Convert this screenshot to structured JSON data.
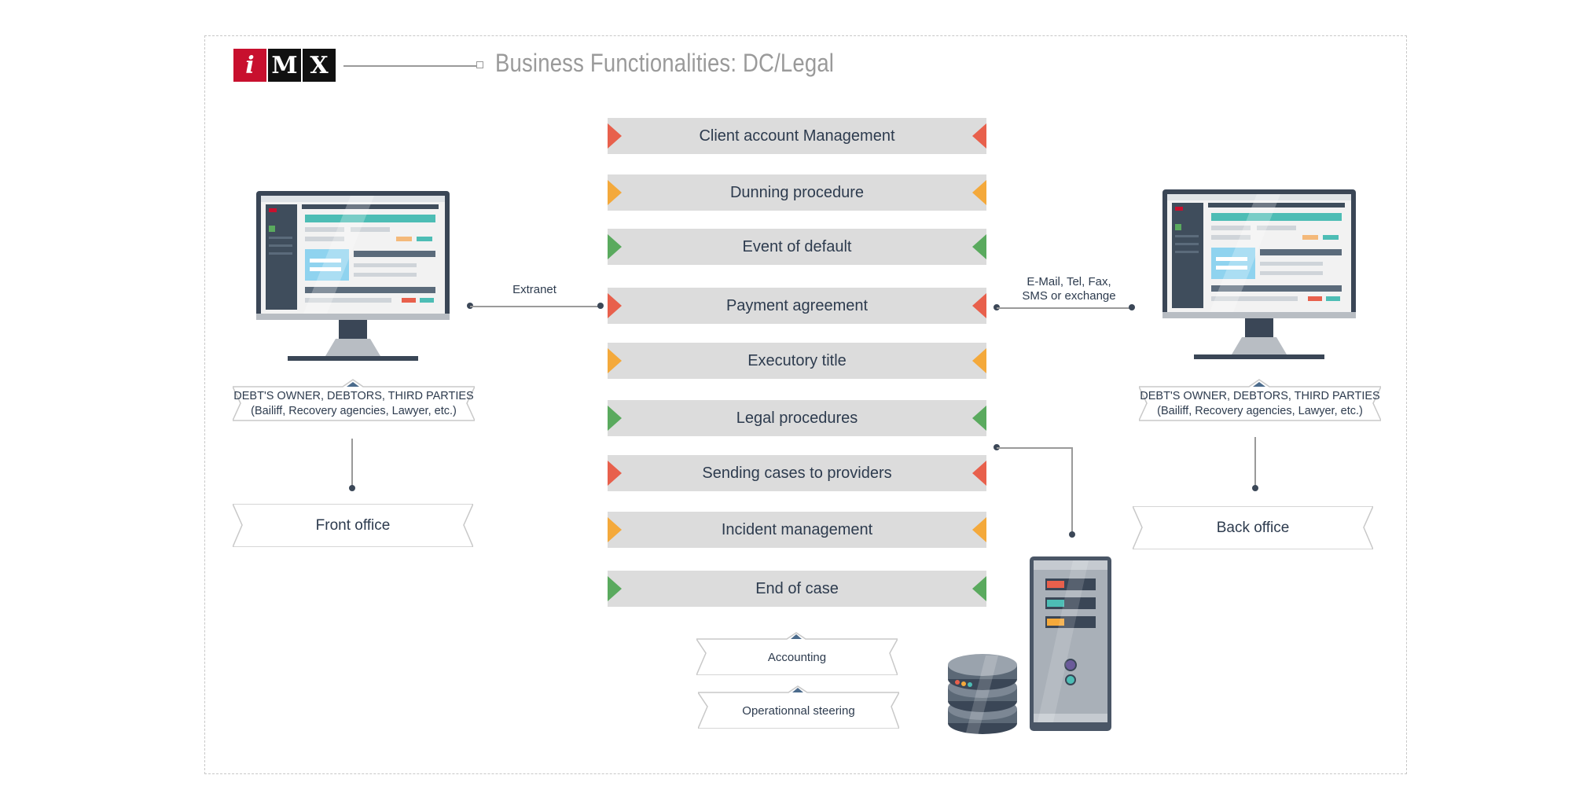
{
  "header": {
    "logo_letters": [
      "i",
      "M",
      "X"
    ],
    "title": "Business Functionalities: DC/Legal"
  },
  "functions": [
    {
      "label": "Client account Management",
      "color": "#e8604c"
    },
    {
      "label": "Dunning procedure",
      "color": "#f4a93b"
    },
    {
      "label": "Event of default",
      "color": "#5aaa5e"
    },
    {
      "label": "Payment agreement",
      "color": "#e8604c"
    },
    {
      "label": "Executory title",
      "color": "#f4a93b"
    },
    {
      "label": "Legal procedures",
      "color": "#5aaa5e"
    },
    {
      "label": "Sending cases to providers",
      "color": "#e8604c"
    },
    {
      "label": "Incident management",
      "color": "#f4a93b"
    },
    {
      "label": "End of case",
      "color": "#5aaa5e"
    }
  ],
  "left": {
    "users_line1": "DEBT'S OWNER, DEBTORS, THIRD PARTIES",
    "users_line2": "(Bailiff, Recovery agencies, Lawyer, etc.)",
    "office": "Front office",
    "connector": "Extranet"
  },
  "right": {
    "users_line1": "DEBT'S OWNER, DEBTORS, THIRD PARTIES",
    "users_line2": "(Bailiff, Recovery agencies, Lawyer, etc.)",
    "office": "Back office",
    "connector_line1": "E-Mail, Tel, Fax,",
    "connector_line2": "SMS or exchange"
  },
  "bottom": {
    "accounting": "Accounting",
    "steering": "Operationnal steering"
  },
  "colors": {
    "red": "#e8604c",
    "orange": "#f4a93b",
    "green": "#5aaa5e",
    "dark": "#2d3b4e",
    "brand_red": "#c8102e"
  }
}
